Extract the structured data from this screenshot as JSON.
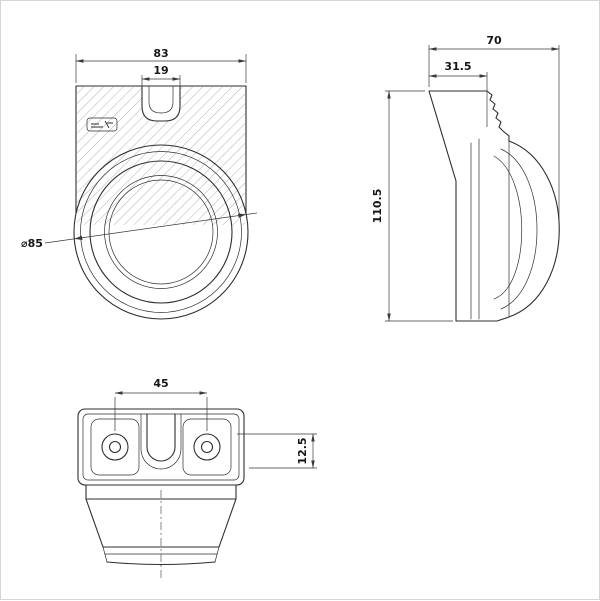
{
  "drawing": {
    "front_view": {
      "width_label": "83",
      "slot_label": "19",
      "diameter_label": "⌀85"
    },
    "side_view": {
      "depth_label": "70",
      "bracket_label": "31.5",
      "height_label": "110.5"
    },
    "bottom_view": {
      "spacing_label": "45",
      "offset_label": "12.5"
    },
    "colors": {
      "background": "#ffffff",
      "object_line": "#2e2e2e",
      "dimension_line": "#3a3a3a",
      "hatch": "#99a0a8"
    }
  }
}
